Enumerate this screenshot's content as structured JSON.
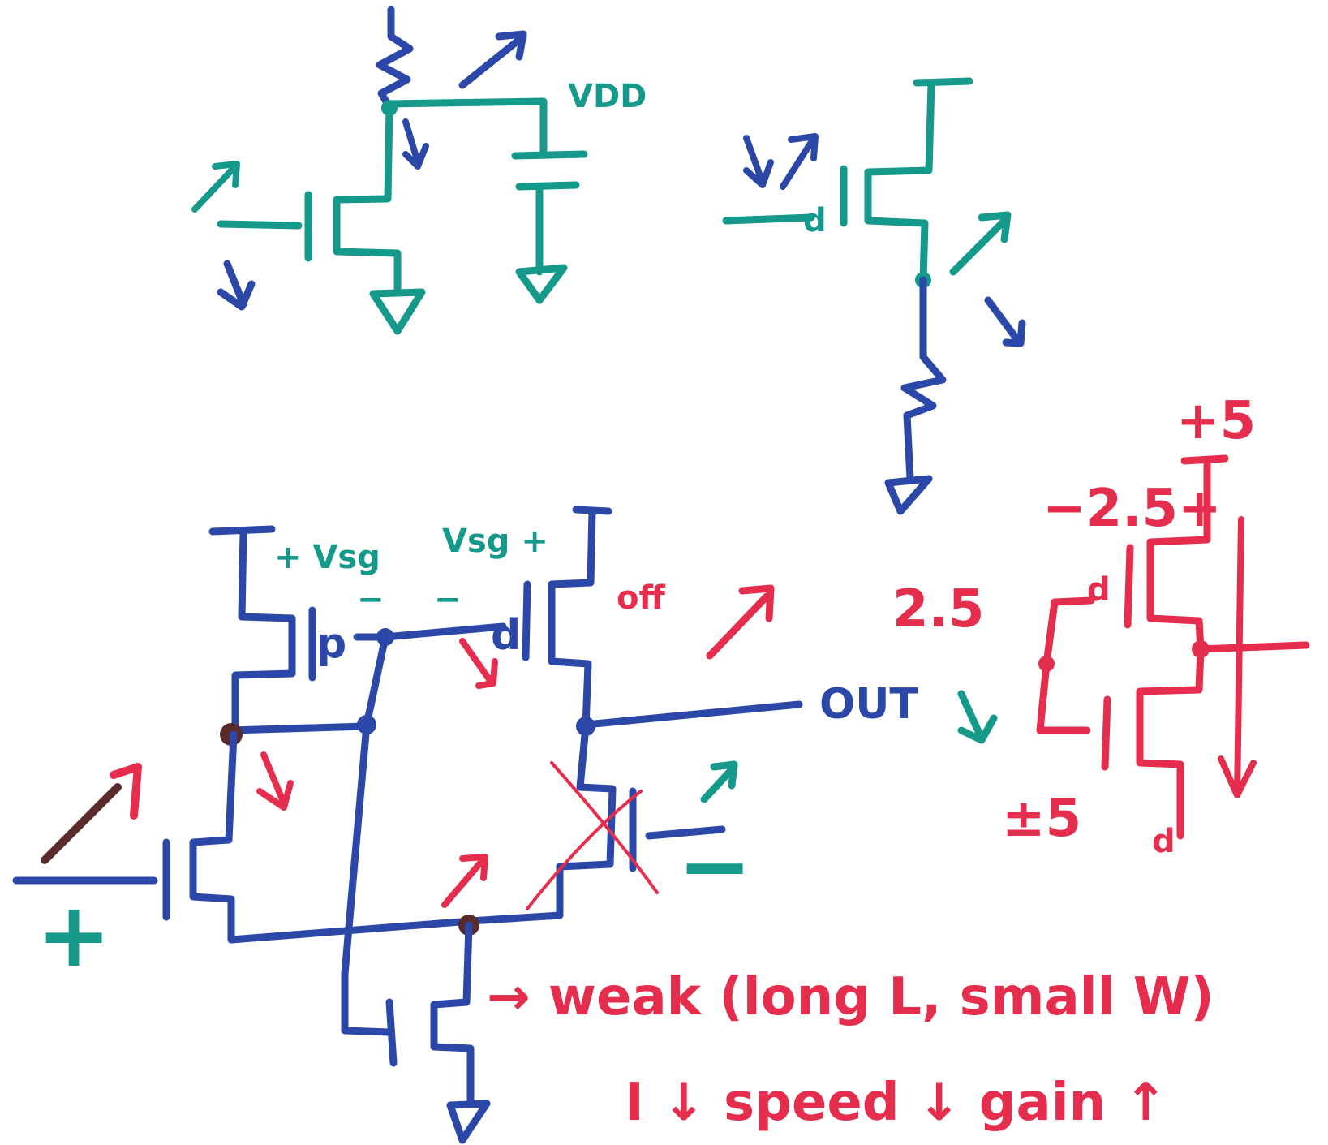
{
  "colors": {
    "blue": "#2b47a8",
    "teal": "#14998a",
    "red": "#e52e4d",
    "dark": "#5a2b2b"
  },
  "top_left_circuit": {
    "supply_label": "VDD"
  },
  "main_circuit": {
    "left_pmos_vsg": "+ Vsg",
    "left_pmos_minus": "−",
    "right_pmos_vsg": "Vsg +",
    "right_pmos_minus": "−",
    "off_label": "off",
    "pmos_left_letter": "p",
    "pmos_right_letter": "d",
    "input_plus": "+",
    "input_minus": "−",
    "out_label": "OUT"
  },
  "right_circuit": {
    "gate_letter": "d"
  },
  "red_inverter": {
    "top_voltage": "+5",
    "mid_voltage": "−2.5+",
    "gate_voltage": "2.5",
    "bottom_voltage": "±5",
    "top_letter": "d",
    "bottom_letter": "d"
  },
  "notes": {
    "line1": "→ weak (long L, small W)",
    "line2": "I ↓ speed ↓ gain ↑"
  }
}
